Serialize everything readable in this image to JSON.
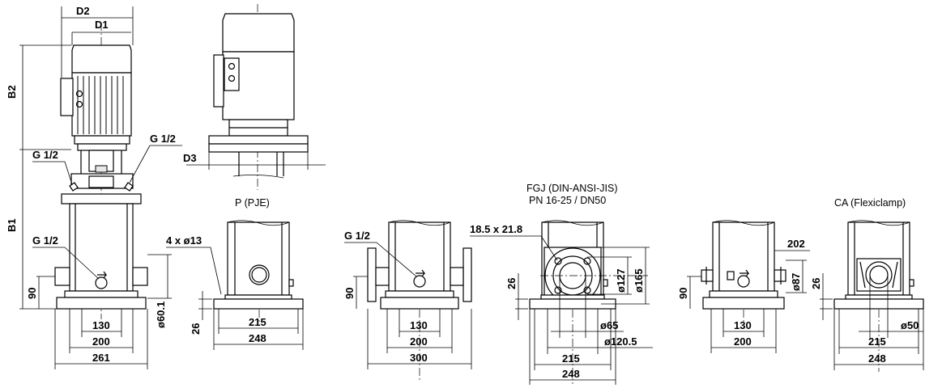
{
  "labels": {
    "d2": "D2",
    "d1": "D1",
    "b2": "B2",
    "b1": "B1",
    "d3": "D3",
    "g_left_1": "G 1/2",
    "g_right_1": "G 1/2",
    "g_low_1": "G 1/2",
    "dim_90_1": "90",
    "dim_60_1": "ø60.1",
    "dim_130_1": "130",
    "dim_200_1": "200",
    "dim_261": "261",
    "caption_p": "P (PJE)",
    "dim_4x13": "4 x ø13",
    "dim_26_p": "26",
    "dim_215_p": "215",
    "dim_248_p": "248",
    "g_flange": "G 1/2",
    "dim_90_f": "90",
    "dim_130_f": "130",
    "dim_200_f": "200",
    "dim_300": "300",
    "caption_fgj_1": "FGJ (DIN-ANSI-JIS)",
    "caption_fgj_2": "PN 16-25 / DN50",
    "dim_18x21": "18.5 x 21.8",
    "dim_26_fgj": "26",
    "dim_127": "ø127",
    "dim_165": "ø165",
    "dim_65": "ø65",
    "dim_120": "ø120.5",
    "dim_215_fgj": "215",
    "dim_248_fgj": "248",
    "dim_202": "202",
    "dim_90_ca": "90",
    "dim_87": "ø87",
    "dim_130_ca": "130",
    "dim_200_ca": "200",
    "caption_ca": "CA (Flexiclamp)",
    "dim_26_ca": "26",
    "dim_50": "ø50",
    "dim_215_ca": "215",
    "dim_248_ca": "248"
  }
}
